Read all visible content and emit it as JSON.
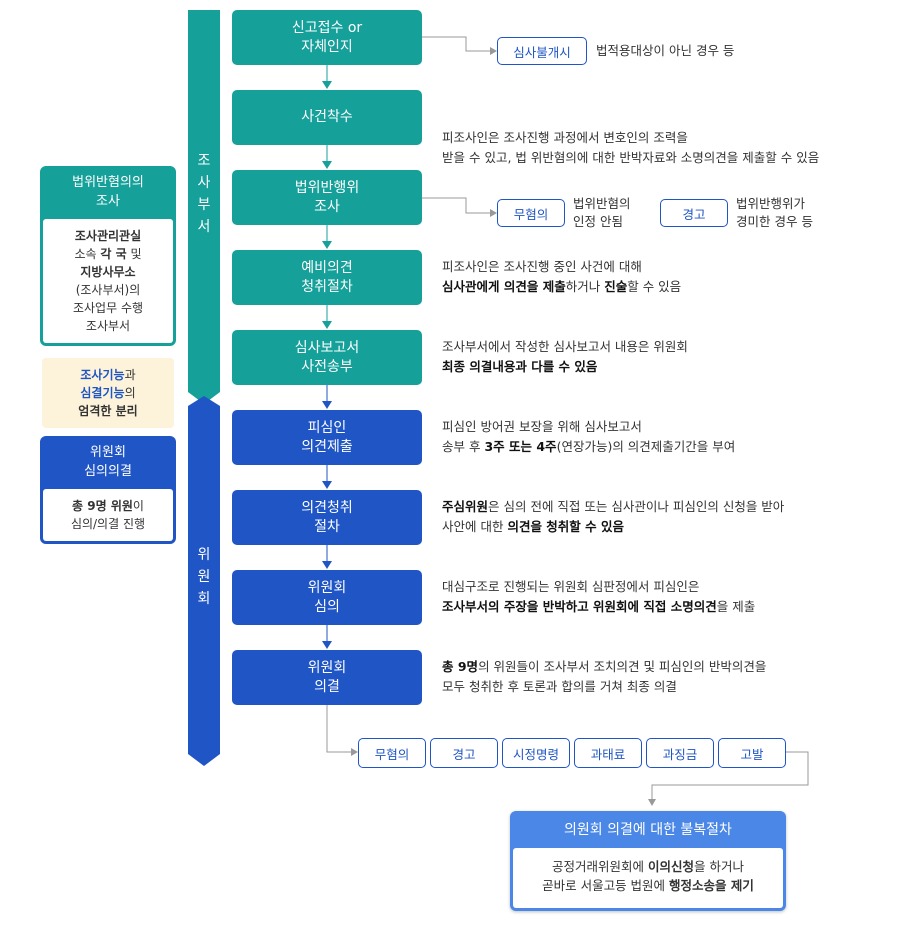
{
  "left": {
    "investigation_panel": {
      "title_line1": "법위반혐의의",
      "title_line2": "조사",
      "body_b1": "조사관리관실",
      "body_t2a": "소속 ",
      "body_b2": "각 국",
      "body_t2b": " 및",
      "body_b3": "지방사무소",
      "body_t4": "(조사부서)의",
      "body_t5": "조사업무 수행",
      "body_t6": "조사부서"
    },
    "separation_note": {
      "hl1": "조사기능",
      "t1": "과",
      "hl2": "심결기능",
      "t2": "의",
      "t3": "엄격한 분리"
    },
    "committee_panel": {
      "title_line1": "위원회",
      "title_line2": "심의의결",
      "body_b1": "총 9명 위원",
      "body_t1": "이",
      "body_t2": "심의/의결 진행"
    }
  },
  "bands": {
    "investigation": [
      "조",
      "사",
      "부",
      "서"
    ],
    "committee": [
      "위",
      "원",
      "회"
    ]
  },
  "steps": [
    {
      "line1": "신고접수 or",
      "line2": "자체인지"
    },
    {
      "line1": "사건착수",
      "line2": ""
    },
    {
      "line1": "법위반행위",
      "line2": "조사"
    },
    {
      "line1": "예비의견",
      "line2": "청취절차"
    },
    {
      "line1": "심사보고서",
      "line2": "사전송부"
    },
    {
      "line1": "피심인",
      "line2": "의견제출"
    },
    {
      "line1": "의견청취",
      "line2": "절차"
    },
    {
      "line1": "위원회",
      "line2": "심의"
    },
    {
      "line1": "위원회",
      "line2": "의결"
    }
  ],
  "branches": {
    "no_review": {
      "pill": "심사불개시",
      "text": "법적용대상이 아닌 경우 등"
    },
    "no_violation": {
      "pill": "무혐의",
      "text1": "법위반혐의",
      "text2": "인정 안됨"
    },
    "warning": {
      "pill": "경고",
      "text1": "법위반행위가",
      "text2": "경미한 경우 등"
    }
  },
  "descriptions": {
    "d1": {
      "l1": "피조사인은 조사진행 과정에서 변호인의 조력을",
      "l2": "받을 수 있고, 법 위반혐의에 대한 반박자료와 소명의견을 제출할 수 있음"
    },
    "d2": {
      "l1": "피조사인은 조사진행 중인 사건에 대해",
      "l2b1": "심사관에게 의견을 제출",
      "l2t1": "하거나 ",
      "l2b2": "진술",
      "l2t2": "할 수 있음"
    },
    "d3": {
      "l1": "조사부서에서 작성한 심사보고서 내용은 위원회",
      "l2b": "최종 의결내용과 다를 수 있음"
    },
    "d4": {
      "l1": "피심인 방어권 보장을 위해 심사보고서",
      "l2t1": "송부 후 ",
      "l2b1": "3주 또는 4주",
      "l2t2": "(연장가능)의 의견제출기간을 부여"
    },
    "d5": {
      "l1b": "주심위원",
      "l1t": "은 심의 전에 직접 또는 심사관이나 피심인의 신청을 받아",
      "l2t1": "사안에 대한 ",
      "l2b": "의견을 청취할 수 있음"
    },
    "d6": {
      "l1": "대심구조로 진행되는 위원회 심판정에서 피심인은",
      "l2b1": "조사부서의 주장을 반박하고 위원회에 직접 소명의견",
      "l2t": "을 제출"
    },
    "d7": {
      "l1b": "총 9명",
      "l1t": "의 위원들이 조사부서 조치의견 및 피심인의 반박의견을",
      "l2": "모두 청취한 후 토론과 합의를 거쳐 최종 의결"
    }
  },
  "outcomes": [
    "무혐의",
    "경고",
    "시정명령",
    "과태료",
    "과징금",
    "고발"
  ],
  "appeal": {
    "title": "의원회 의결에 대한 불복절차",
    "l1t1": "공정거래위원회에 ",
    "l1b": "이의신청",
    "l1t2": "을 하거나",
    "l2t1": "곧바로 서울고등 법원에 ",
    "l2b": "행정소송을 제기"
  },
  "colors": {
    "teal": "#16a09a",
    "blue": "#1f55c4",
    "appeal": "#4a87e6",
    "note_bg": "#fdf3da"
  }
}
